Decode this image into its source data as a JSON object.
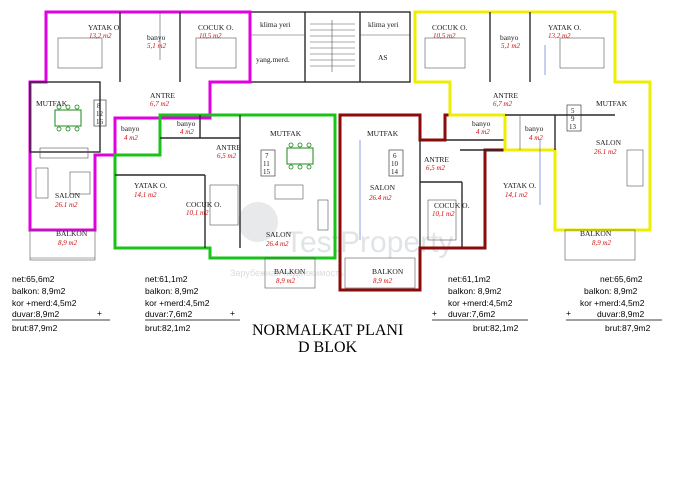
{
  "title": {
    "line1": "NORMALKAT PLANI",
    "line2": "D BLOK"
  },
  "colors": {
    "magenta": "#e000e0",
    "green": "#19c419",
    "maroon": "#8b0a0a",
    "yellow": "#eeee00",
    "area_red": "#d01010",
    "dimension_blue": "#4a5ad0"
  },
  "core": {
    "klima_left": "klima yeri",
    "klima_right": "klima yeri",
    "yangin": "yang.merd.",
    "asansor": "AS"
  },
  "apartments": [
    {
      "id": "a",
      "outline": "magenta",
      "unit_no": [
        "8",
        "12",
        "16"
      ],
      "rooms": [
        {
          "name": "YATAK O.",
          "area": "13,2 m2"
        },
        {
          "name": "banyo",
          "area": "5,1 m2"
        },
        {
          "name": "COCUK O.",
          "area": "10,5 m2"
        },
        {
          "name": "ANTRE",
          "area": "6,7 m2"
        },
        {
          "name": "MUTFAK",
          "area": ""
        },
        {
          "name": "banyo",
          "area": "4 m2"
        },
        {
          "name": "SALON",
          "area": "26.1 m2"
        },
        {
          "name": "BALKON",
          "area": "8,9 m2"
        }
      ],
      "summary": [
        "net:65,6m2",
        "balkon:  8,9m2",
        "kor +merd:4,5m2",
        "duvar:8,9m2",
        "brut:87,9m2"
      ]
    },
    {
      "id": "b",
      "outline": "green",
      "unit_no": [
        "7",
        "11",
        "15"
      ],
      "rooms": [
        {
          "name": "banyo",
          "area": "4 m2"
        },
        {
          "name": "ANTRE",
          "area": "6,5 m2"
        },
        {
          "name": "MUTFAK",
          "area": ""
        },
        {
          "name": "YATAK O.",
          "area": "14,1 m2"
        },
        {
          "name": "COCUK O.",
          "area": "10,1 m2"
        },
        {
          "name": "SALON",
          "area": "26.4 m2"
        },
        {
          "name": "BALKON",
          "area": "8,9 m2"
        }
      ],
      "summary": [
        "net:61,1m2",
        "balkon:  8,9m2",
        "kor +merd:4,5m2",
        "duvar:7,6m2",
        "brut:82,1m2"
      ]
    },
    {
      "id": "c",
      "outline": "maroon",
      "unit_no": [
        "6",
        "10",
        "14"
      ],
      "rooms": [
        {
          "name": "MUTFAK",
          "area": ""
        },
        {
          "name": "SALON",
          "area": "26.4 m2"
        },
        {
          "name": "ANTRE",
          "area": "6,5 m2"
        },
        {
          "name": "banyo",
          "area": "4 m2"
        },
        {
          "name": "COCUK O.",
          "area": "10,1 m2"
        },
        {
          "name": "YATAK O.",
          "area": "14,1 m2"
        },
        {
          "name": "BALKON",
          "area": "8,9 m2"
        }
      ],
      "summary": [
        "net:61,1m2",
        "balkon:  8,9m2",
        "kor +merd:4,5m2",
        "duvar:7,6m2",
        "brut:82,1m2"
      ]
    },
    {
      "id": "d",
      "outline": "yellow",
      "unit_no": [
        "5",
        "9",
        "13"
      ],
      "rooms": [
        {
          "name": "COCUK O.",
          "area": "10,5 m2"
        },
        {
          "name": "banyo",
          "area": "5,1 m2"
        },
        {
          "name": "YATAK O.",
          "area": "13,2 m2"
        },
        {
          "name": "ANTRE",
          "area": "6,7 m2"
        },
        {
          "name": "MUTFAK",
          "area": ""
        },
        {
          "name": "banyo",
          "area": "4 m2"
        },
        {
          "name": "SALON",
          "area": "26.1 m2"
        },
        {
          "name": "BALKON",
          "area": "8,9 m2"
        }
      ],
      "summary": [
        "net:65,6m2",
        "balkon:  8,9m2",
        "kor +merd:4,5m2",
        "duvar:8,9m2",
        "brut:87,9m2"
      ]
    }
  ],
  "watermark": {
    "main": "TestProperty",
    "sub": "Зарубежная недвижимость"
  }
}
